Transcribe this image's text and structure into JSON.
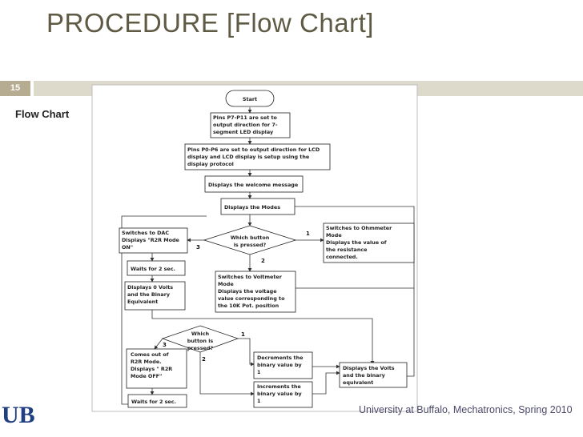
{
  "slide": {
    "title": "PROCEDURE [Flow Chart]",
    "slide_number": "15",
    "side_label": "Flow Chart",
    "footer": "University at Buffalo, Mechatronics, Spring 2010",
    "logo_text": "UB"
  },
  "flowchart": {
    "start": "Start",
    "b1": [
      "Pins P7-P11 are set to",
      "output direction for 7-",
      "segment LED display"
    ],
    "b2": [
      "Pins P0-P6 are set to output direction for LCD",
      "display and LCD display is setup using the",
      "display protocol"
    ],
    "b3": "Displays the welcome message",
    "b4": "Displays the Modes",
    "d1": [
      "Which button",
      "is pressed?"
    ],
    "dac": [
      "Switches to DAC",
      "Displays  \"R2R Mode",
      "ON\""
    ],
    "ohm": [
      "Switches to Ohmmeter",
      "Mode",
      "Displays the value of",
      "the resistance",
      "connected."
    ],
    "volt": [
      "Switches to Voltmeter",
      "Mode",
      "Displays the voltage",
      "value corresponding to",
      "the 10K Pot. position"
    ],
    "wait1": "Waits for 2 sec.",
    "zero": [
      "Displays 0 Volts",
      "and the Binary",
      "Equivalent"
    ],
    "d2": [
      "Which",
      "button is",
      "pressed?"
    ],
    "comes": [
      "Comes out of",
      "R2R Mode.",
      "Displays \" R2R",
      "Mode OFF\""
    ],
    "dec": [
      "Decrements the",
      "binary value by",
      "1"
    ],
    "inc": [
      "Increments the",
      "binary value by",
      "1"
    ],
    "disp": [
      "Displays the Volts",
      "and the binary",
      "equivalent"
    ],
    "wait2": "Waits for 2 sec.",
    "labels": {
      "d1_right": "1",
      "d1_left": "3",
      "d1_bottom": "2",
      "d2_right": "1",
      "d2_left": "3",
      "d2_bottom": "2"
    }
  }
}
